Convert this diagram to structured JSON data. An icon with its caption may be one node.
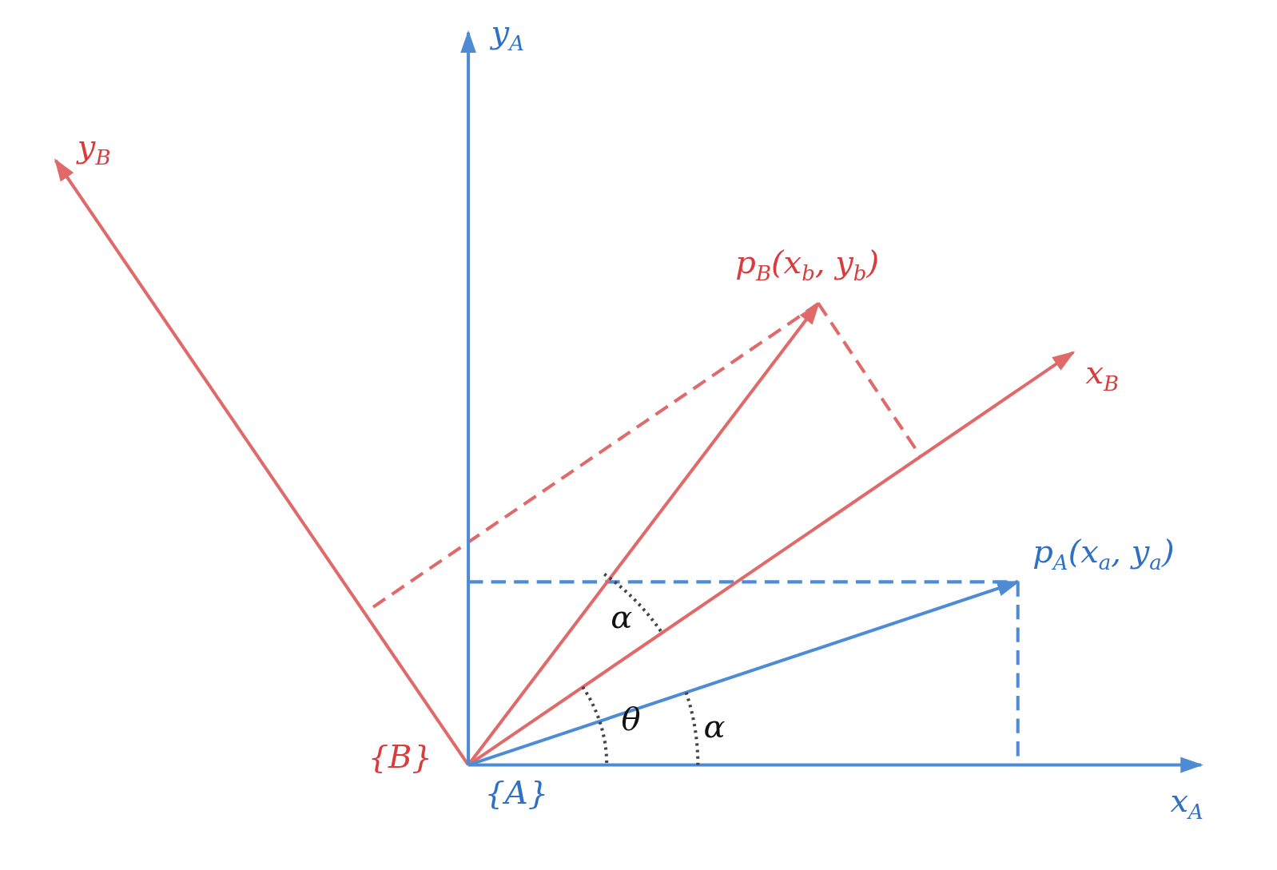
{
  "diagram": {
    "labels": [
      "y$_{A}$",
      "y$_{B}$",
      "p$_{B}$(x$_{b}$, y$_{b}$)",
      "x$_{B}$",
      "p$_{A}$(x$_{a}$, y$_{a}$)",
      "α",
      "θ",
      "α",
      "{B}",
      "{A}",
      "x$_{A}$"
    ]
  }
}
